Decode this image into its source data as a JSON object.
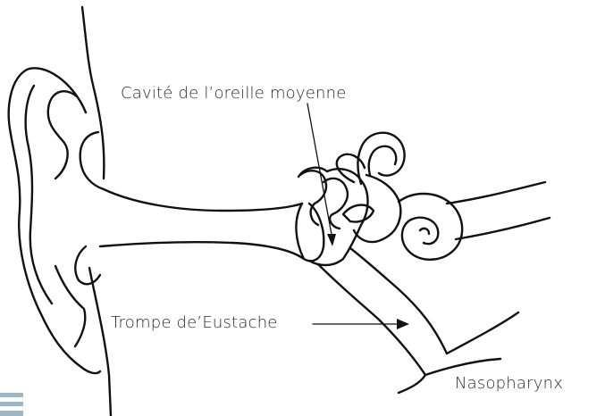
{
  "labels": {
    "middle_ear_cavity": "Cavité de l’oreille moyenne",
    "eustachian_tube": "Trompe de’Eustache",
    "nasopharynx": "Nasopharynx"
  },
  "colors": {
    "line": "#111111",
    "label": "#2b2b2b",
    "logo": "#9fb6c6"
  }
}
